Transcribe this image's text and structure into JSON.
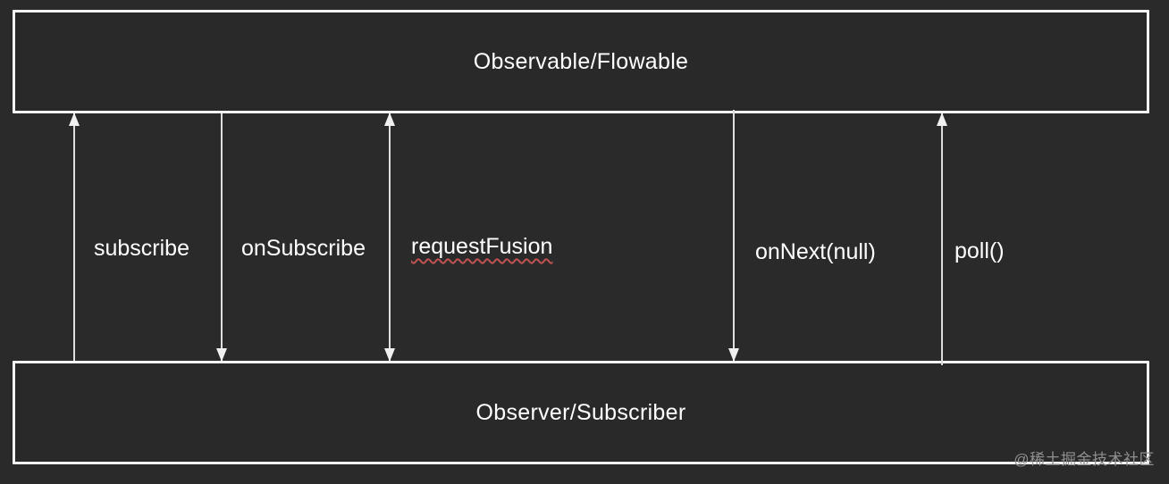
{
  "diagram": {
    "top_box": {
      "label": "Observable/Flowable"
    },
    "bottom_box": {
      "label": "Observer/Subscriber"
    },
    "arrows": [
      {
        "label": "subscribe",
        "direction": "up",
        "from": "Observer/Subscriber",
        "to": "Observable/Flowable"
      },
      {
        "label": "onSubscribe",
        "direction": "down",
        "from": "Observable/Flowable",
        "to": "Observer/Subscriber"
      },
      {
        "label": "requestFusion",
        "direction": "both",
        "underline": "red-wavy"
      },
      {
        "label": "onNext(null)",
        "direction": "down",
        "from": "Observable/Flowable",
        "to": "Observer/Subscriber"
      },
      {
        "label": "poll()",
        "direction": "up",
        "from": "Observer/Subscriber",
        "to": "Observable/Flowable"
      }
    ],
    "watermark": "@稀土掘金技术社区",
    "colors": {
      "background": "#2a2a2b",
      "box_border": "#f4f4f4",
      "box_fill": "#292929",
      "text": "#ffffff",
      "arrow": "#dedede",
      "wavy_underline": "#c05252",
      "watermark": "#8f8f8f"
    }
  }
}
